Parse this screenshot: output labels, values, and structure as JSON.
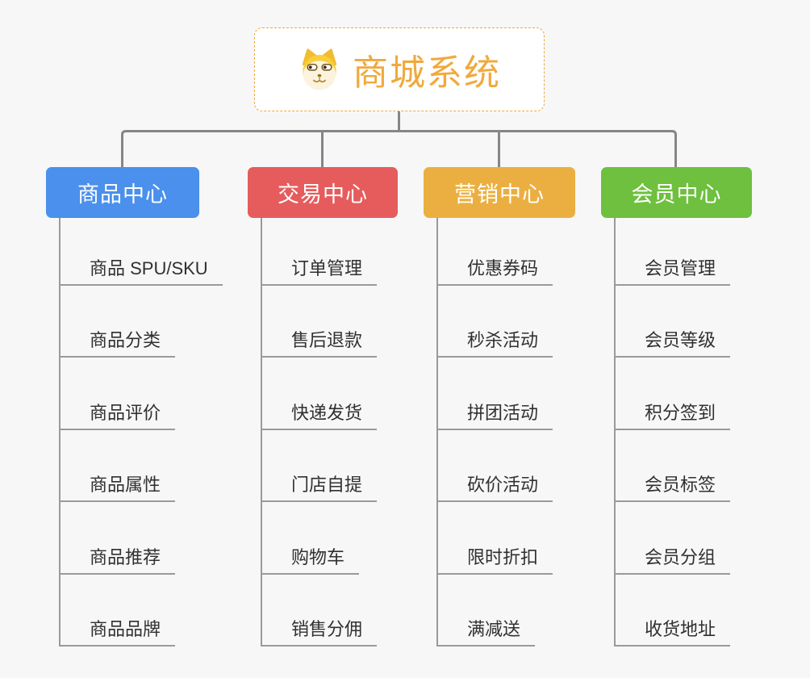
{
  "root": {
    "title": "商城系统",
    "icon": "doge-icon",
    "accent_color": "#F0A93C",
    "border_color": "#EBA93F"
  },
  "branches": [
    {
      "id": "product-center",
      "label": "商品中心",
      "color": "#4A90EC",
      "items": [
        "商品 SPU/SKU",
        "商品分类",
        "商品评价",
        "商品属性",
        "商品推荐",
        "商品品牌"
      ]
    },
    {
      "id": "trade-center",
      "label": "交易中心",
      "color": "#E65C5C",
      "items": [
        "订单管理",
        "售后退款",
        "快递发货",
        "门店自提",
        "购物车",
        "销售分佣"
      ]
    },
    {
      "id": "marketing-center",
      "label": "营销中心",
      "color": "#EBAF41",
      "items": [
        "优惠券码",
        "秒杀活动",
        "拼团活动",
        "砍价活动",
        "限时折扣",
        "满减送"
      ]
    },
    {
      "id": "member-center",
      "label": "会员中心",
      "color": "#6EC03E",
      "items": [
        "会员管理",
        "会员等级",
        "积分签到",
        "会员标签",
        "会员分组",
        "收货地址"
      ]
    }
  ],
  "colors": {
    "connector": "#868686",
    "subline": "#9A9A9A",
    "item_text": "#303030",
    "background": "#F7F7F8"
  }
}
